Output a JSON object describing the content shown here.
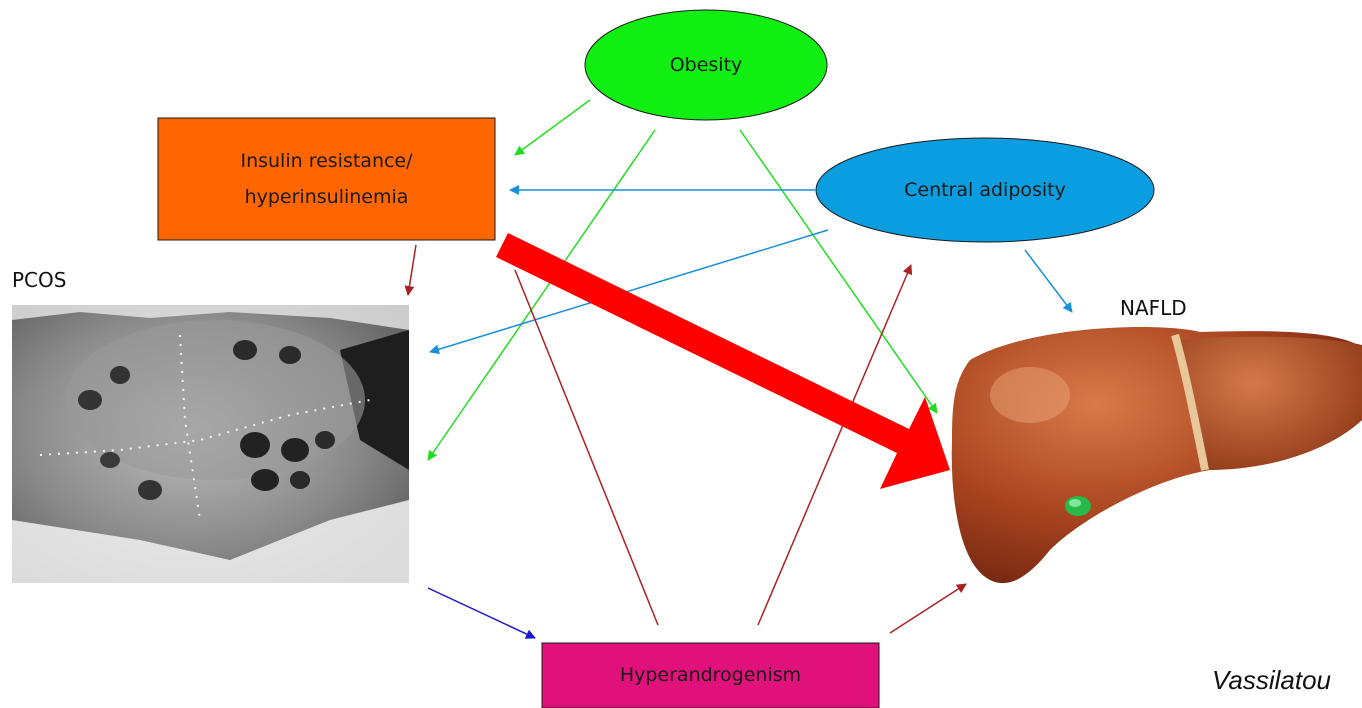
{
  "nodes": {
    "obesity": {
      "label": "Obesity",
      "color": "#11ee11"
    },
    "central_adiposity": {
      "label": "Central adiposity",
      "color": "#0a9de0"
    },
    "insulin": {
      "line1": "Insulin resistance/",
      "line2": "hyperinsulinemia",
      "color": "#ff6600"
    },
    "hyperandrogenism": {
      "label": "Hyperandrogenism",
      "color": "#e0117a"
    }
  },
  "labels": {
    "pcos": "PCOS",
    "nafld": "NAFLD",
    "citation": "Vassilatou"
  },
  "images": {
    "pcos": "ovary-ultrasound-image",
    "nafld": "liver-illustration"
  },
  "colors": {
    "green_arrow": "#22dd22",
    "blue_arrow": "#1a90d8",
    "red_arrow": "#aa2222",
    "dark_blue_arrow": "#1a1acc",
    "big_arrow": "#ff0000"
  }
}
